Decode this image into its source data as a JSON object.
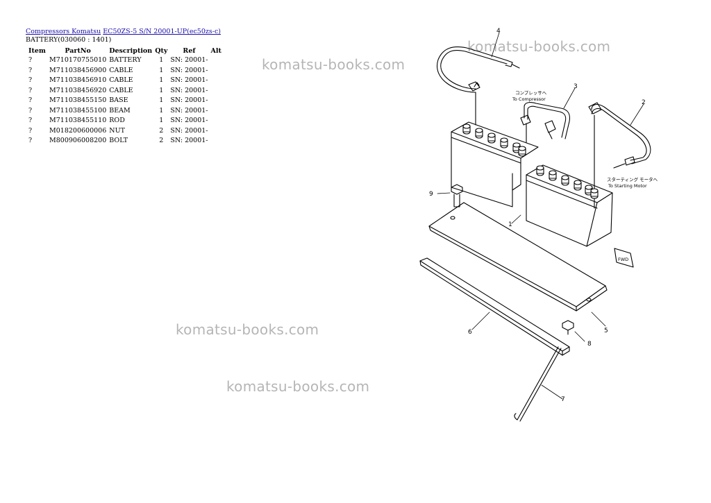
{
  "breadcrumb": {
    "link1": "Compressors Komatsu",
    "link2": "EC50ZS-5 S/N 20001-UP(ec50zs-c)"
  },
  "section_title": "BATTERY(030060 : 1401)",
  "table": {
    "headers": [
      "Item",
      "PartNo",
      "Description",
      "Qty",
      "Ref",
      "Alt"
    ],
    "rows": [
      [
        "?",
        "M710170755010",
        "BATTERY",
        "1",
        "SN: 20001-",
        ""
      ],
      [
        "?",
        "M711038456900",
        "CABLE",
        "1",
        "SN: 20001-",
        ""
      ],
      [
        "?",
        "M711038456910",
        "CABLE",
        "1",
        "SN: 20001-",
        ""
      ],
      [
        "?",
        "M711038456920",
        "CABLE",
        "1",
        "SN: 20001-",
        ""
      ],
      [
        "?",
        "M711038455150",
        "BASE",
        "1",
        "SN: 20001-",
        ""
      ],
      [
        "?",
        "M711038455100",
        "BEAM",
        "1",
        "SN: 20001-",
        ""
      ],
      [
        "?",
        "M711038455110",
        "ROD",
        "1",
        "SN: 20001-",
        ""
      ],
      [
        "?",
        "M018200600006",
        "NUT",
        "2",
        "SN: 20001-",
        ""
      ],
      [
        "?",
        "M800906008200",
        "BOLT",
        "2",
        "SN: 20001-",
        ""
      ]
    ]
  },
  "watermarks": [
    "komatsu-books.com",
    "komatsu-books.com",
    "komatsu-books.com",
    "komatsu-books.com"
  ],
  "diagram": {
    "callouts": [
      "4",
      "3",
      "2",
      "9",
      "1",
      "5",
      "6",
      "8",
      "7"
    ],
    "jp_compressor": "コンプレッサへ",
    "to_compressor": "To Compressor",
    "jp_motor": "スターティング モータへ",
    "to_motor": "To Starting Motor",
    "fwd": "FWD"
  }
}
